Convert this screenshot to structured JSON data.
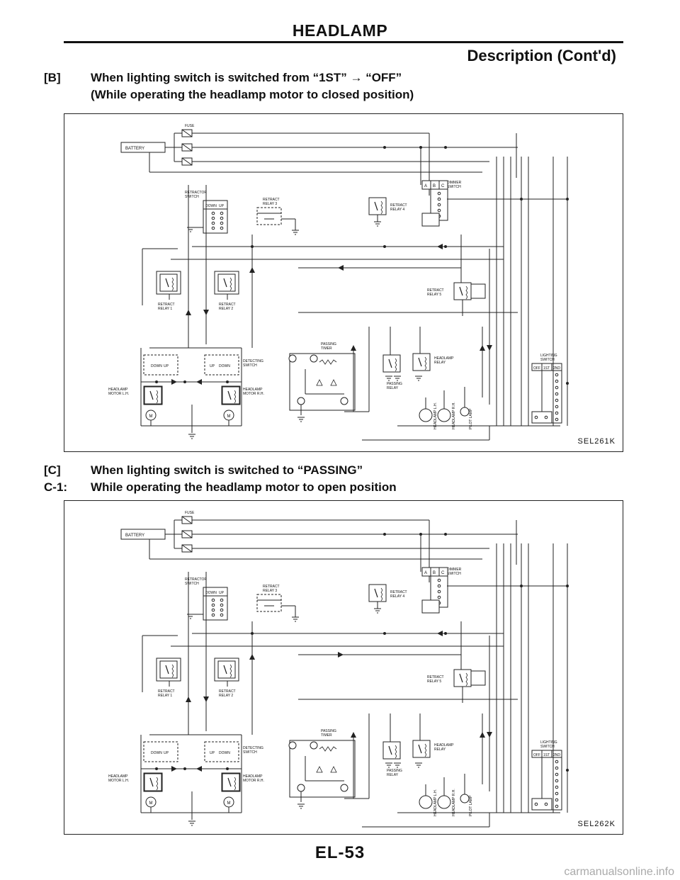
{
  "header": {
    "title": "HEADLAMP",
    "subtitle": "Description (Cont'd)"
  },
  "sections": [
    {
      "tag": "[B]",
      "line1": "When lighting switch is switched from “1ST” → “OFF”",
      "tag2": "",
      "line2": "(While operating the headlamp motor to closed position)",
      "code": "SEL261K"
    },
    {
      "tag": "[C]",
      "line1": "When lighting switch is switched to “PASSING”",
      "tag2": "C-1:",
      "line2": "While operating the headlamp motor to open position",
      "code": "SEL262K"
    }
  ],
  "labels": {
    "fuse": "FUSE",
    "battery": "BATTERY",
    "retractor_switch_1": "RETRACTOR",
    "retractor_switch_2": "SWITCH",
    "down": "DOWN",
    "up": "UP",
    "retract_relay3_1": "RETRACT",
    "retract_relay3_2": "RELAY 3",
    "retract_relay4_1": "RETRACT",
    "retract_relay4_2": "RELAY 4",
    "dimmer_1": "DIMMER",
    "dimmer_2": "SWITCH",
    "a": "A",
    "b": "B",
    "c": "C",
    "retract_relay5_1": "RETRACT",
    "retract_relay5_2": "RELAY 5",
    "retract_relay1_1": "RETRACT",
    "retract_relay1_2": "RELAY 1",
    "retract_relay2_1": "RETRACT",
    "retract_relay2_2": "RELAY 2",
    "passing_timer_1": "PASSING",
    "passing_timer_2": "TIMER",
    "headlamp_relay_1": "HEADLAMP",
    "headlamp_relay_2": "RELAY",
    "passing_relay_1": "PASSING",
    "passing_relay_2": "RELAY",
    "detecting_1": "DETECTING",
    "detecting_2": "SWITCH",
    "motor_lh_1": "HEADLAMP",
    "motor_lh_2": "MOTOR L.H.",
    "motor_rh_1": "HEADLAMP",
    "motor_rh_2": "MOTOR R.H.",
    "lighting_1": "LIGHTING",
    "lighting_2": "SWITCH",
    "off": "OFF",
    "first": "1ST",
    "second": "2ND",
    "lamp_lh": "HEADLAMP L.H.",
    "lamp_rh": "HEADLAMP R.H.",
    "pilot": "PILOT LAMP",
    "m": "M"
  },
  "footer": {
    "page": "EL-53"
  },
  "watermark": "carmanualsonline.info"
}
